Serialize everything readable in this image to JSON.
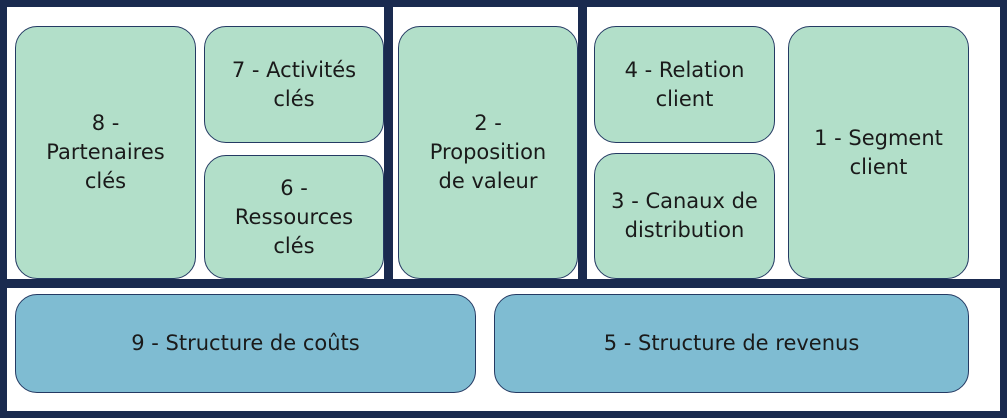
{
  "blocks": {
    "partenaires": "8 -\nPartenaires\nclés",
    "activites": "7 - Activités\nclés",
    "ressources": "6 -\nRessources\nclés",
    "proposition": "2 -\nProposition\nde valeur",
    "relation": "4 - Relation\nclient",
    "canaux": "3 - Canaux de\ndistribution",
    "segment": "1 - Segment\nclient",
    "couts": "9 - Structure de coûts",
    "revenus": "5 - Structure de revenus"
  },
  "colors": {
    "frame": "#1a2a4f",
    "panel": "#ffffff",
    "green_block": "#b2dfc9",
    "blue_block": "#7fbcd2",
    "border": "#243a63"
  }
}
